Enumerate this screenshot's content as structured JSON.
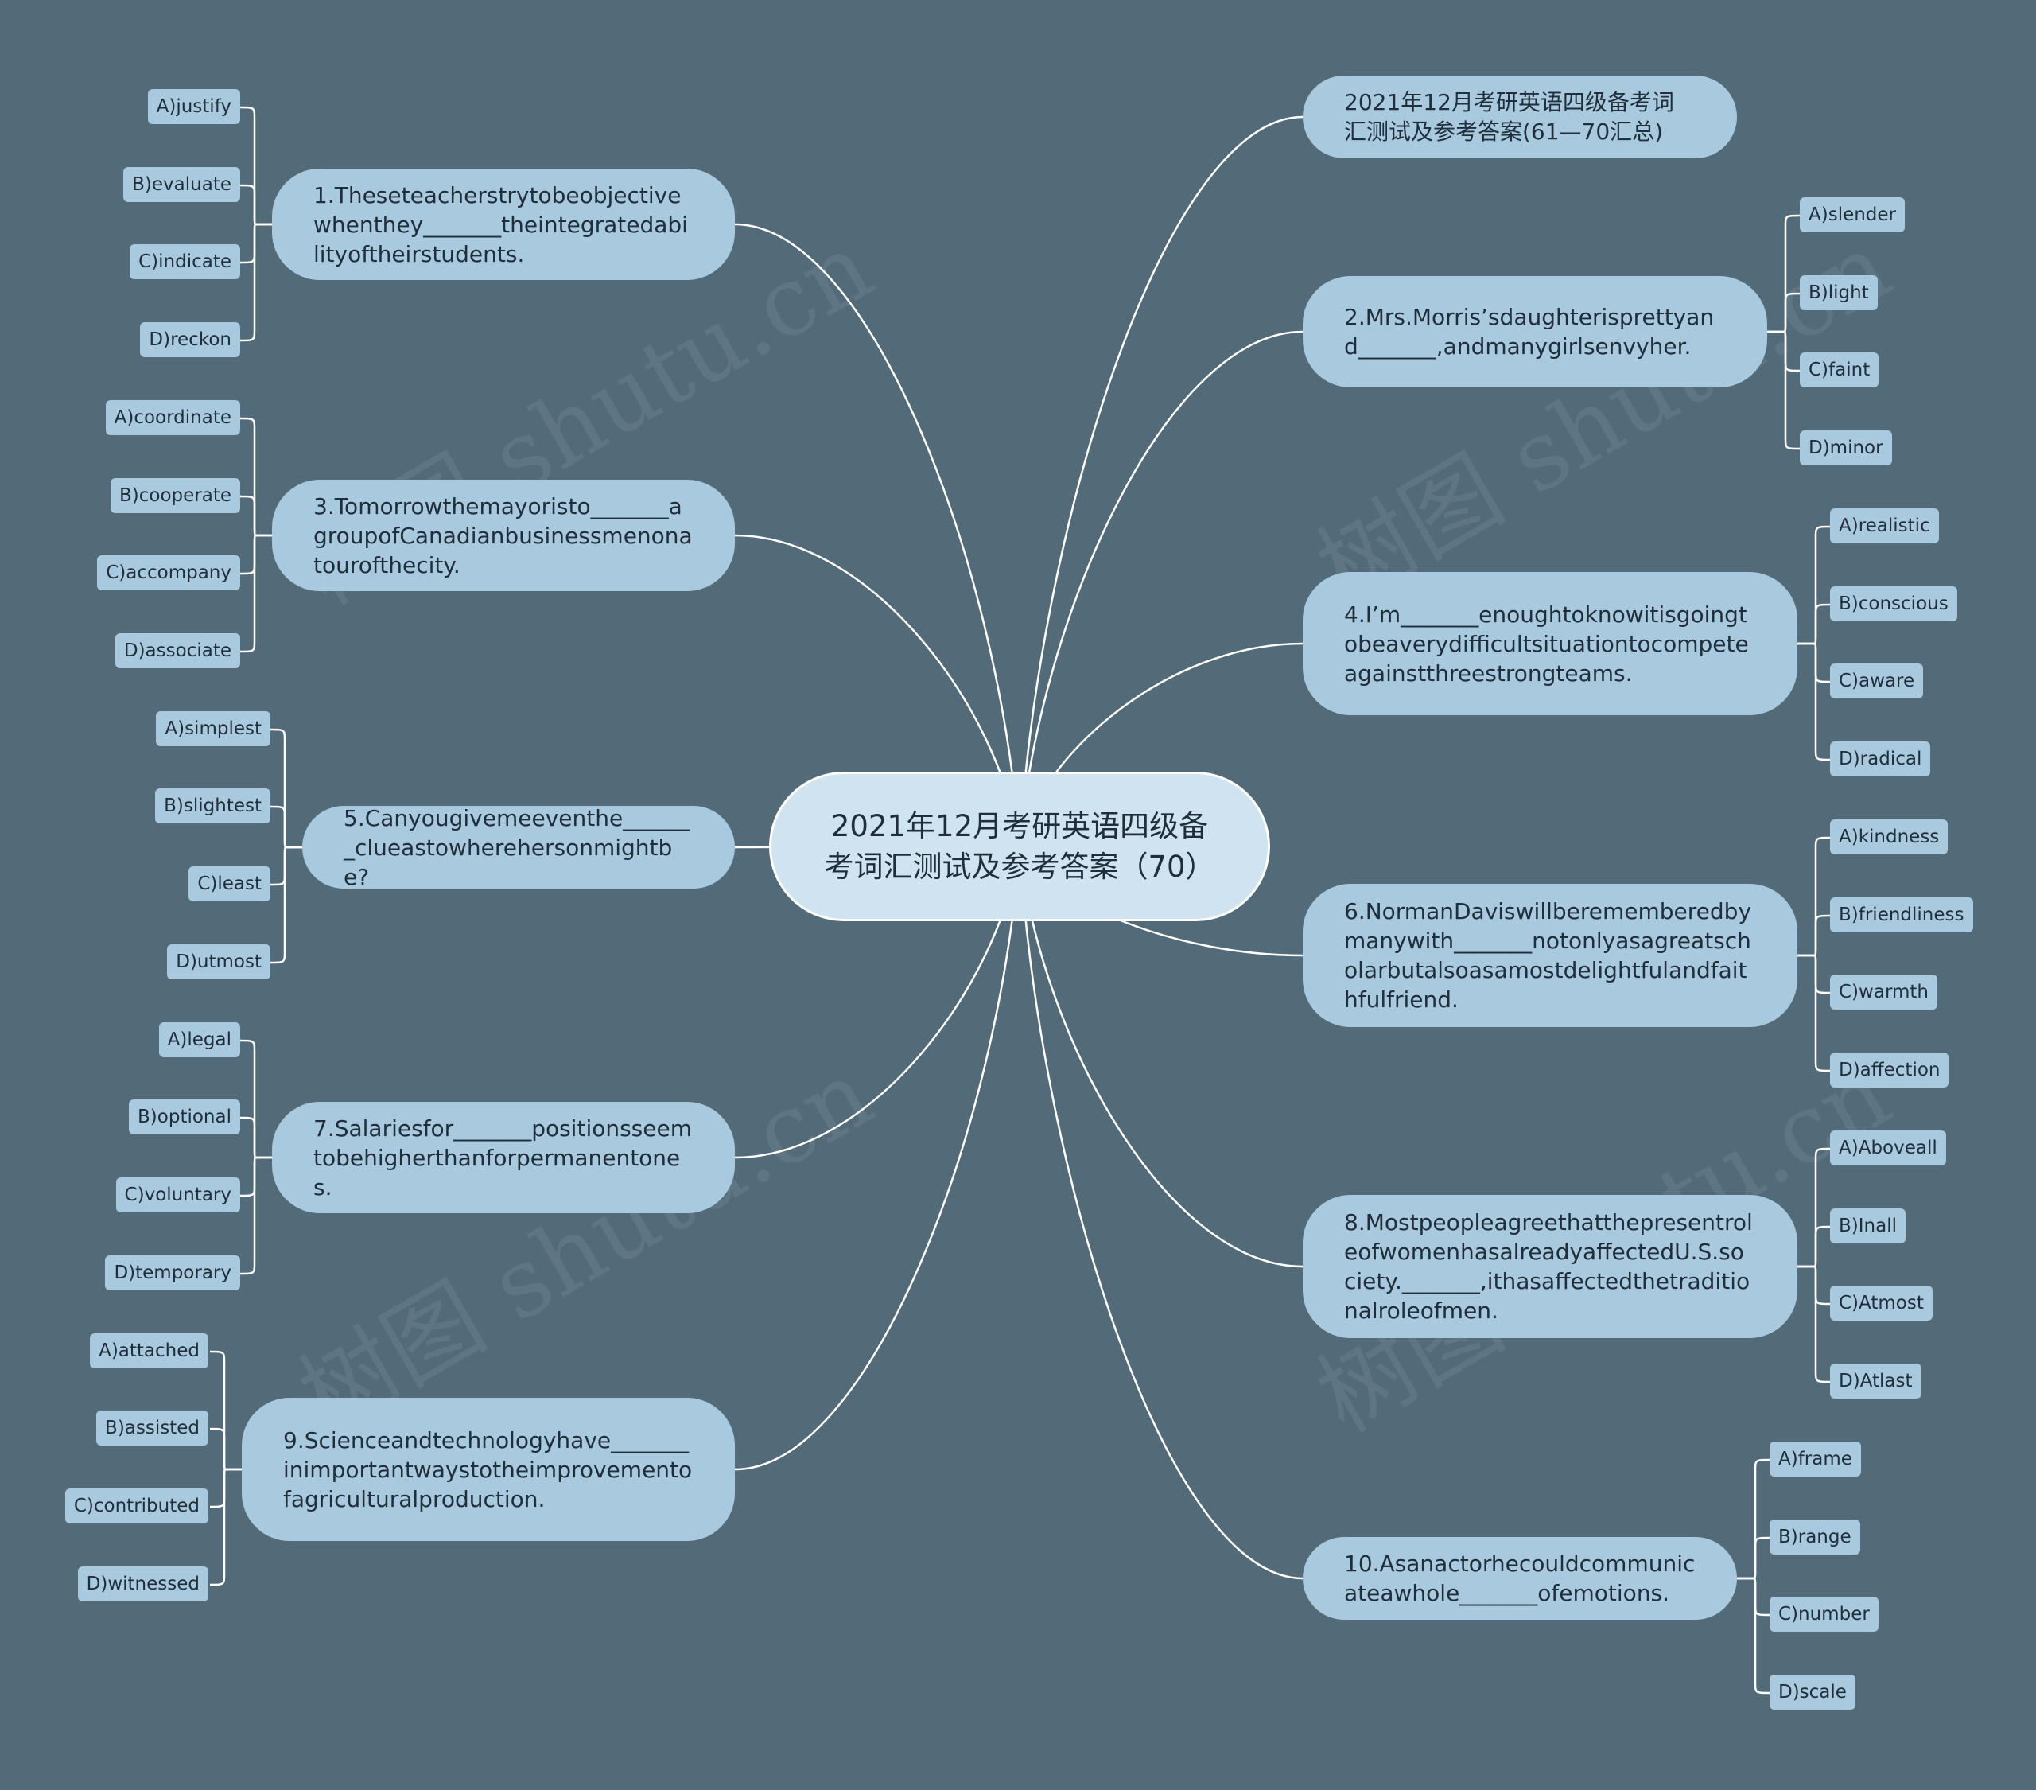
{
  "center": {
    "title": "2021年12月考研英语四级备考词汇测试及参考答案（70）"
  },
  "colors": {
    "background": "#536a79",
    "center_fill": "#cfe4f0",
    "node_fill": "#a9c9de",
    "line": "#ffffff"
  },
  "watermark": "树图 shutu.cn",
  "left_topics": [
    {
      "text": "1.Theseteacherstrytobeobjectivewhenthey_______theintegratedabilityoftheirstudents.",
      "options": [
        "A)justify",
        "B)evaluate",
        "C)indicate",
        "D)reckon"
      ]
    },
    {
      "text": "3.Tomorrowthemayoristo_______agroupofCanadianbusinessmenonatourofthecity.",
      "options": [
        "A)coordinate",
        "B)cooperate",
        "C)accompany",
        "D)associate"
      ]
    },
    {
      "text": "5.Canyougivemeeventhe_______clueastowherehersonmightbe?",
      "options": [
        "A)simplest",
        "B)slightest",
        "C)least",
        "D)utmost"
      ]
    },
    {
      "text": "7.Salariesfor_______positionsseemtobehigherthanforpermanentones.",
      "options": [
        "A)legal",
        "B)optional",
        "C)voluntary",
        "D)temporary"
      ]
    },
    {
      "text": "9.Scienceandtechnologyhave_______inimportantwaystotheimprovementofagriculturalproduction.",
      "options": [
        "A)attached",
        "B)assisted",
        "C)contributed",
        "D)witnessed"
      ]
    }
  ],
  "right_topics": [
    {
      "text": "2021年12月考研英语四级备考词汇测试及参考答案(61—70汇总)",
      "options": []
    },
    {
      "text": "2.Mrs.Morris’sdaughterisprettyand_______,andmanygirlsenvyher.",
      "options": [
        "A)slender",
        "B)light",
        "C)faint",
        "D)minor"
      ]
    },
    {
      "text": "4.I’m_______enoughtoknowitisgoingtobeaverydifficultsituationtocompeteagainstthreestrongteams.",
      "options": [
        "A)realistic",
        "B)conscious",
        "C)aware",
        "D)radical"
      ]
    },
    {
      "text": "6.NormanDaviswillberememberedbymanywith_______notonlyasagreatscholarbutalsoasamostdelightfulandfaithfulfriend.",
      "options": [
        "A)kindness",
        "B)friendliness",
        "C)warmth",
        "D)affection"
      ]
    },
    {
      "text": "8.MostpeopleagreethatthepresentroleofwomenhasalreadyaffectedU.S.society._______,ithasaffectedthetraditionalroleofmen.",
      "options": [
        "A)Aboveall",
        "B)Inall",
        "C)Atmost",
        "D)Atlast"
      ]
    },
    {
      "text": "10.Asanactorhecouldcommunicateawhole_______ofemotions.",
      "options": [
        "A)frame",
        "B)range",
        "C)number",
        "D)scale"
      ]
    }
  ]
}
